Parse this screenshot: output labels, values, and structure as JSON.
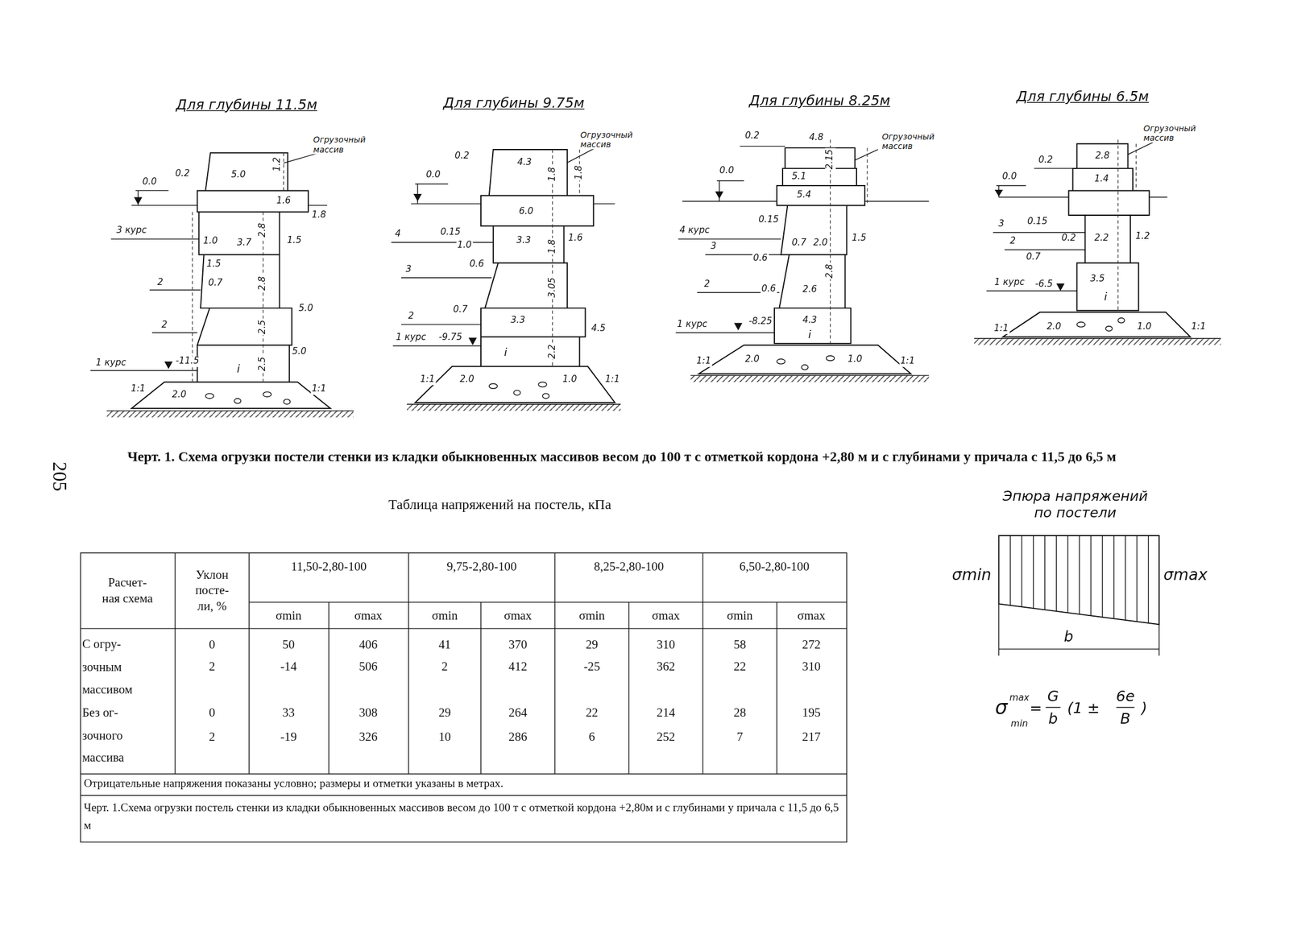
{
  "diagram": {
    "caption": "Черт. 1. Схема огрузки постели стенки из кладки обыкновенных массивов весом до 100 т с отметкой кордона +2,80 м и с глубинами у причала с 11,5 до 6,5 м",
    "labels": [
      "Для глубины 11.5м",
      "Для глубины 9.75м",
      "Для глубины 8.25м",
      "Для глубины 6.5м",
      "Огрузочный массив",
      "0.2",
      "5.0",
      "1.2",
      "0.0",
      "1.6",
      "1.8",
      "3 курс",
      "1.0",
      "3.7",
      "2.8",
      "1.5",
      "1.5",
      "2",
      "0.7",
      "2.8",
      "5.0",
      "2",
      "2.5",
      "5.0",
      "1 курс",
      "-11.5",
      "i",
      "2.5",
      "1:1",
      "2.0",
      "1:1",
      "Огрузочный массив",
      "0.2",
      "4.3",
      "1.8",
      "1.8",
      "0.0",
      "6.0",
      "4",
      "0.15",
      "1.0",
      "3.3",
      "1.6",
      "3",
      "0.6",
      "1.8",
      "3.05",
      "2",
      "0.7",
      "3.3",
      "4.5",
      "1 курс",
      "-9.75",
      "i",
      "2.2",
      "1:1",
      "2.0",
      "1.0",
      "1:1",
      "0.2",
      "4.8",
      "Огрузочный массив",
      "5.1",
      "2.15",
      "0.0",
      "5.4",
      "4 курс",
      "0.15",
      "3",
      "0.7",
      "2.0",
      "1.5",
      "0.6",
      "2",
      "0.6",
      "2.6",
      "2.8",
      "1 курс",
      "-8.25",
      "4.3",
      "i",
      "1:1",
      "2.0",
      "1.0",
      "1:1",
      "Огрузочный массив",
      "0.2",
      "2.8",
      "0.0",
      "1.4",
      "3",
      "0.15",
      "2",
      "0.2",
      "2.2",
      "1.2",
      "0.7",
      "1 курс",
      "-6.5",
      "3.5",
      "i",
      "1:1",
      "2.0",
      "1.0",
      "1:1",
      "205",
      "Таблица напряжений на постель, кПа",
      "Эпюра напряжений по постели",
      "σmin",
      "σmax",
      "b",
      "σ",
      "max",
      "min",
      "=",
      "G",
      "b",
      "(1 ±",
      "6e",
      "B",
      ")",
      "Расчет- ная схема",
      "Уклон посте- ли, %",
      "11,50-2,80-100",
      "9,75-2,80-100",
      "8,25-2,80-100",
      "6,50-2,80-100",
      "σmin",
      "σmax",
      "σmin",
      "σmax",
      "σmin",
      "σmax",
      "σmin",
      "σmax",
      "С огру- зочным массивом",
      "Без ог- зочного массива",
      "0",
      "50",
      "406",
      "41",
      "370",
      "29",
      "310",
      "58",
      "272",
      "2",
      "-14",
      "506",
      "2",
      "412",
      "-25",
      "362",
      "22",
      "310",
      "0",
      "33",
      "308",
      "29",
      "264",
      "22",
      "214",
      "28",
      "195",
      "2",
      "-19",
      "326",
      "10",
      "286",
      "6",
      "252",
      "7",
      "217",
      "Отрицательные напряжения показаны условно; размеры и отметки указаны в метрах.",
      "Черт. 1.Схема огрузки постель стенки из кладки обыкновенных массивов весом до 100 т с отметкой кордона +2,80м и с глубинами у причала с 11,5 до 6,5 м"
    ]
  }
}
